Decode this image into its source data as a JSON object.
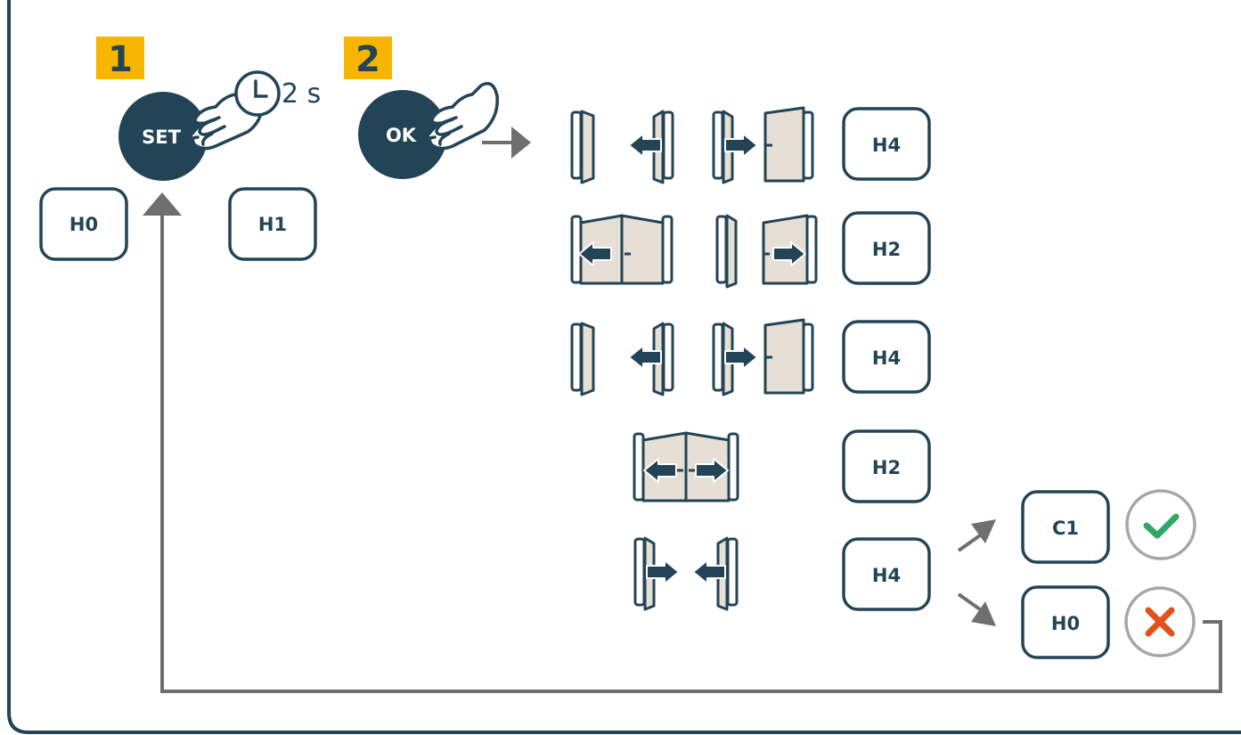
{
  "steps": {
    "step1": {
      "number": "1",
      "button": "SET",
      "hold_duration": "2 s"
    },
    "step2": {
      "number": "2",
      "button": "OK"
    }
  },
  "display_codes": {
    "initial_left": "H0",
    "initial_right": "H1",
    "row1": "H4",
    "row2": "H2",
    "row3": "H4",
    "row4": "H2",
    "row5": "H4",
    "result_success": "C1",
    "result_failure": "H0"
  },
  "icons": {
    "clock": "clock-icon",
    "hand": "pointing-hand-icon",
    "success": "check-icon",
    "failure": "cross-icon"
  },
  "colors": {
    "navy": "#234456",
    "step_badge": "#f7b500",
    "gate_leaf": "#e6dfd5",
    "flow_arrow": "#6f6f6f",
    "success": "#2fa866",
    "failure": "#e5501d"
  }
}
